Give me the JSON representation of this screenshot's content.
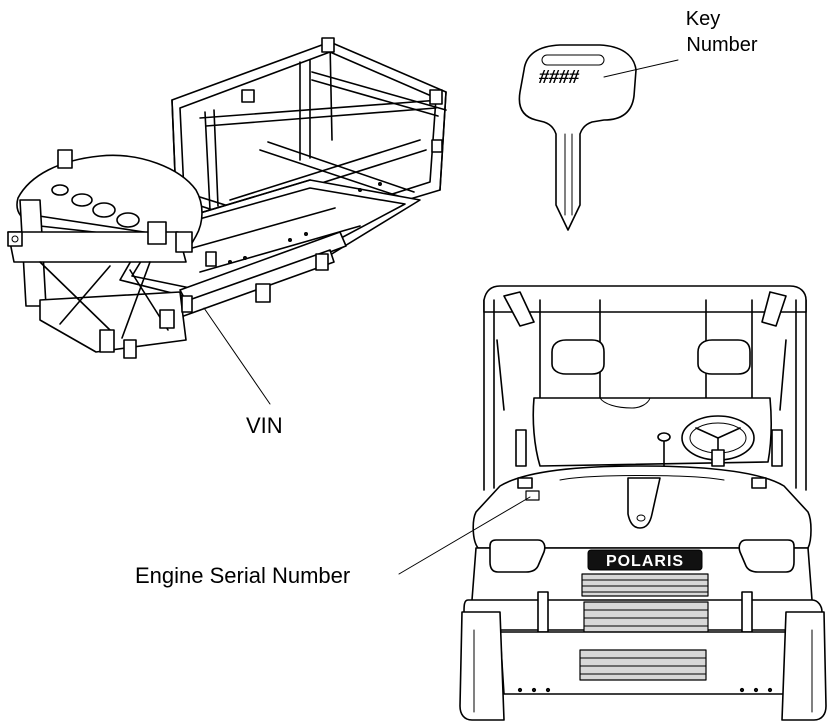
{
  "labels": {
    "key_number_line1": "Key",
    "key_number_line2": "Number",
    "key_code": "####",
    "vin": "VIN",
    "engine_serial": "Engine Serial Number",
    "brand": "POLARIS"
  }
}
